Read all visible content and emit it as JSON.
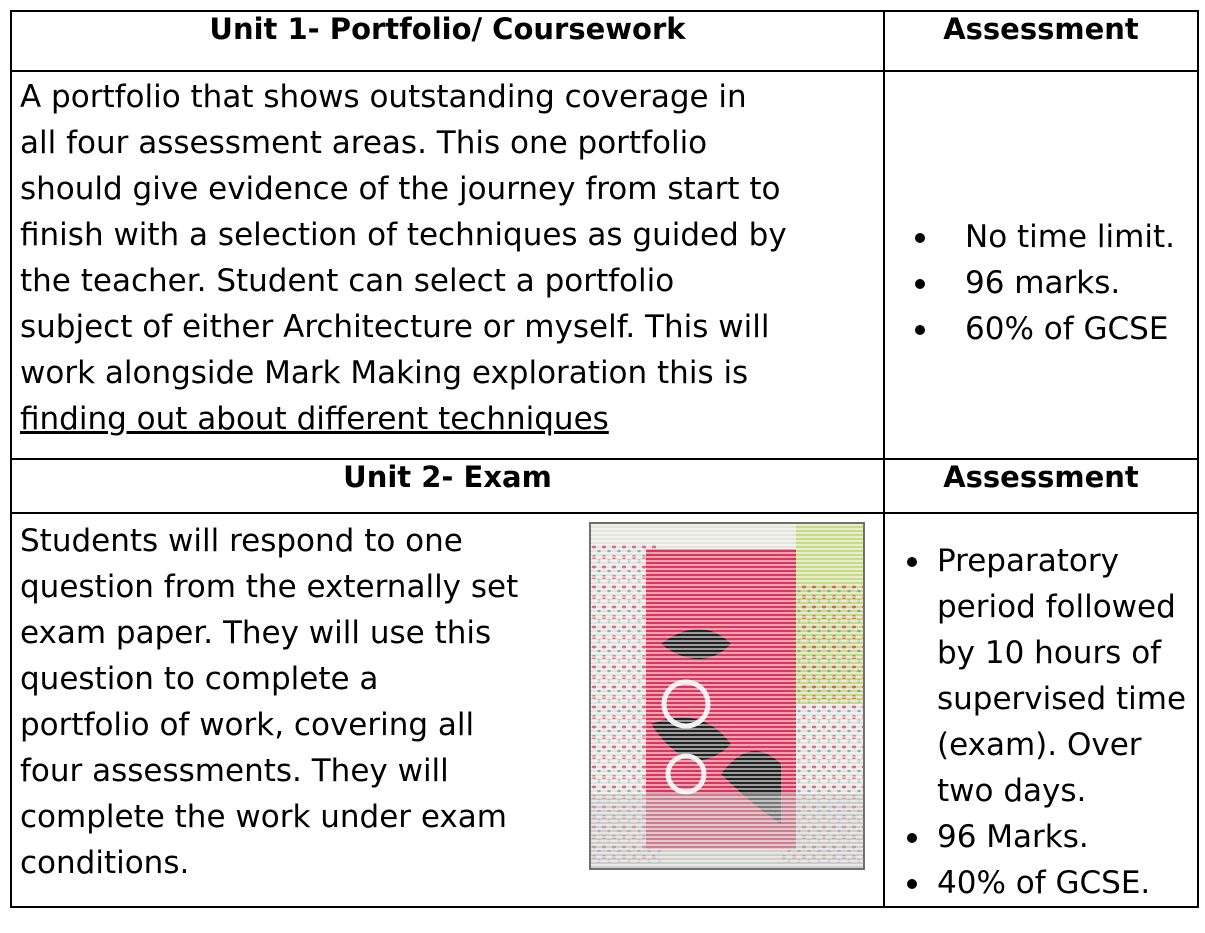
{
  "unit1": {
    "title": "Unit 1- Portfolio/ Coursework",
    "assessment_header": "Assessment",
    "description_lines": [
      "A portfolio that shows outstanding coverage in",
      "all four assessment areas. This one portfolio",
      "should give evidence of the journey from start to",
      "finish with a selection of techniques as guided by",
      "the teacher. Student can select a portfolio",
      "subject of either Architecture or myself. This will",
      "work alongside Mark Making exploration this is",
      "finding out about different techniques"
    ],
    "assessment_items": [
      "No time limit.",
      "96 marks.",
      "60% of GCSE"
    ]
  },
  "unit2": {
    "title": "Unit 2- Exam",
    "assessment_header": "Assessment",
    "description_lines": [
      "Students will respond to one",
      "question from the externally set",
      "exam paper. They will use this",
      "question to complete a",
      "portfolio of work, covering all",
      "four assessments. They will",
      "complete the work under exam",
      "conditions."
    ],
    "assessment_items": [
      [
        "Preparatory",
        "period followed",
        "by 10 hours of",
        "supervised time",
        "(exam). Over",
        "two days."
      ],
      [
        "96 Marks."
      ],
      [
        "40% of GCSE."
      ]
    ]
  },
  "colors": {
    "text": "#000000",
    "border": "#000000",
    "artwork_red": "#d8365a",
    "artwork_green": "#c9d98a"
  }
}
